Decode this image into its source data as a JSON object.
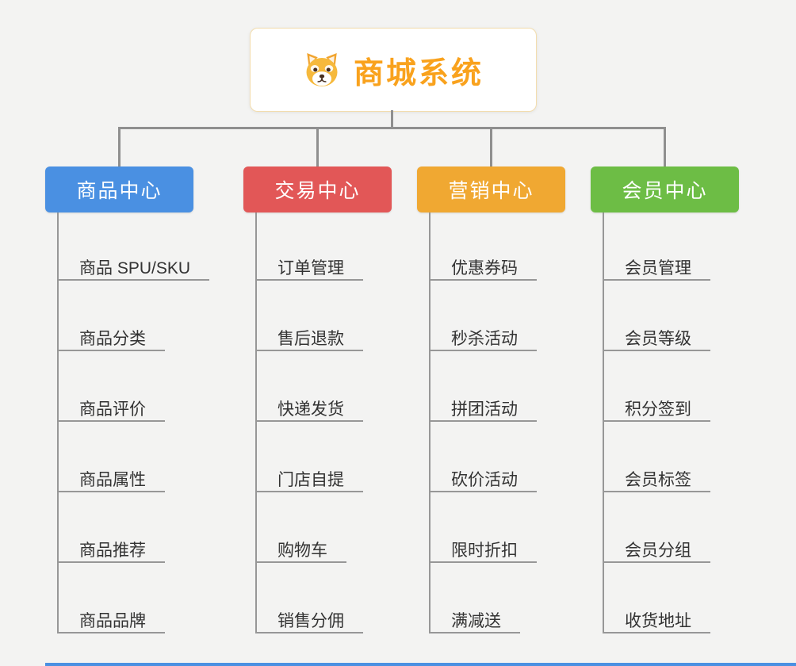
{
  "root": {
    "title": "商城系统",
    "icon": "dog-face-icon"
  },
  "colors": {
    "root_accent": "#f9a21d",
    "root_border": "#f3ddae",
    "connector": "#8f8f8f",
    "background": "#f3f3f2"
  },
  "branches": [
    {
      "label": "商品中心",
      "color": "#4a90e2",
      "children": [
        "商品 SPU/SKU",
        "商品分类",
        "商品评价",
        "商品属性",
        "商品推荐",
        "商品品牌"
      ]
    },
    {
      "label": "交易中心",
      "color": "#e25757",
      "children": [
        "订单管理",
        "售后退款",
        "快递发货",
        "门店自提",
        "购物车",
        "销售分佣"
      ]
    },
    {
      "label": "营销中心",
      "color": "#f0a832",
      "children": [
        "优惠券码",
        "秒杀活动",
        "拼团活动",
        "砍价活动",
        "限时折扣",
        "满减送"
      ]
    },
    {
      "label": "会员中心",
      "color": "#6dbd45",
      "children": [
        "会员管理",
        "会员等级",
        "积分签到",
        "会员标签",
        "会员分组",
        "收货地址"
      ]
    }
  ]
}
